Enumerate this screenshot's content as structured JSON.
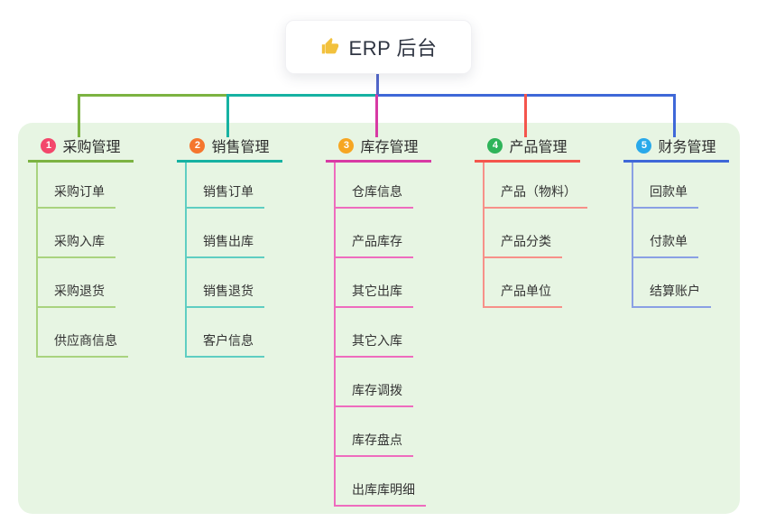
{
  "canvas": {
    "background": "#ffffff",
    "panel_bg": "#e7f5e3"
  },
  "root": {
    "icon": "thumbs-up",
    "icon_color": "#f2c13d",
    "title": "ERP 后台",
    "connector_color": "#5267cb"
  },
  "branches": [
    {
      "index": "1",
      "label": "采购管理",
      "badge_color": "#f3476b",
      "color": "#7cb342",
      "light_color": "#a9d37f",
      "items": [
        "采购订单",
        "采购入库",
        "采购退货",
        "供应商信息"
      ]
    },
    {
      "index": "2",
      "label": "销售管理",
      "badge_color": "#f5762e",
      "color": "#16b2a2",
      "light_color": "#5fcec2",
      "items": [
        "销售订单",
        "销售出库",
        "销售退货",
        "客户信息"
      ]
    },
    {
      "index": "3",
      "label": "库存管理",
      "badge_color": "#f6a623",
      "color": "#d83aa4",
      "light_color": "#ee6cbe",
      "items": [
        "仓库信息",
        "产品库存",
        "其它出库",
        "其它入库",
        "库存调拨",
        "库存盘点",
        "出库库明细"
      ]
    },
    {
      "index": "4",
      "label": "产品管理",
      "badge_color": "#2fb45a",
      "color": "#f4554c",
      "light_color": "#f79089",
      "items": [
        "产品（物料）",
        "产品分类",
        "产品单位"
      ]
    },
    {
      "index": "5",
      "label": "财务管理",
      "badge_color": "#29a9ea",
      "color": "#3f68d8",
      "light_color": "#8aa0e4",
      "items": [
        "回款单",
        "付款单",
        "结算账户"
      ]
    }
  ]
}
